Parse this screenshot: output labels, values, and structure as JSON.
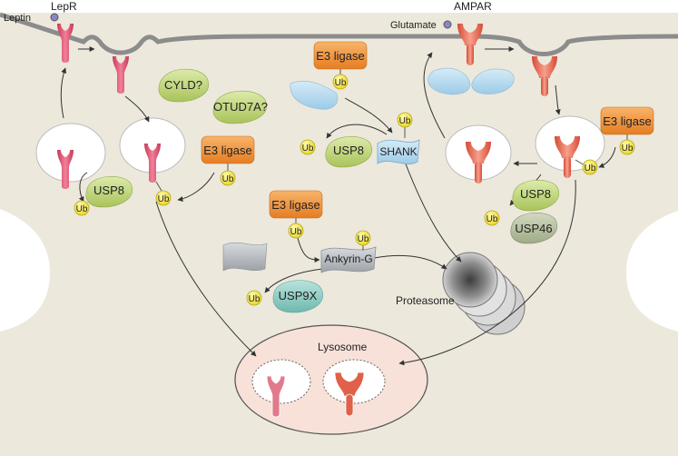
{
  "receptors": {
    "lepr": "LepR",
    "ampar": "AMPAR",
    "leptin": "Leptin",
    "glutamate": "Glutamate"
  },
  "enzymes": {
    "cyld": "CYLD?",
    "otud7a": "OTUD7A?",
    "usp8_left": "USP8",
    "usp8_mid": "USP8",
    "usp8_right": "USP8",
    "usp46": "USP46",
    "usp9x": "USP9X"
  },
  "ligases": {
    "left": "E3 ligase",
    "top_mid": "E3 ligase",
    "center": "E3 ligase",
    "right": "E3 ligase"
  },
  "scaffolds": {
    "shank": "SHANK",
    "ankyrin": "Ankyrin-G"
  },
  "ub_label": "Ub",
  "organelles": {
    "proteasome": "Proteasome",
    "lysosome": "Lysosome"
  },
  "colors": {
    "cytoplasm": "#ece8dc",
    "membrane": "#8c8c8c",
    "lepr_receptor": "#e8607a",
    "ampar_receptor": "#e8705a",
    "e3_ligase": "#f0923a",
    "ubiquitin": "#f4e640",
    "usp_green": "#c6dc7a",
    "usp46_gray": "#b7c2a0",
    "usp9x_teal": "#8fcdc5",
    "shank_blue": "#b7d9ef",
    "ankyrin_gray": "#b8bcc2",
    "lysosome": "#f7e1d8"
  }
}
